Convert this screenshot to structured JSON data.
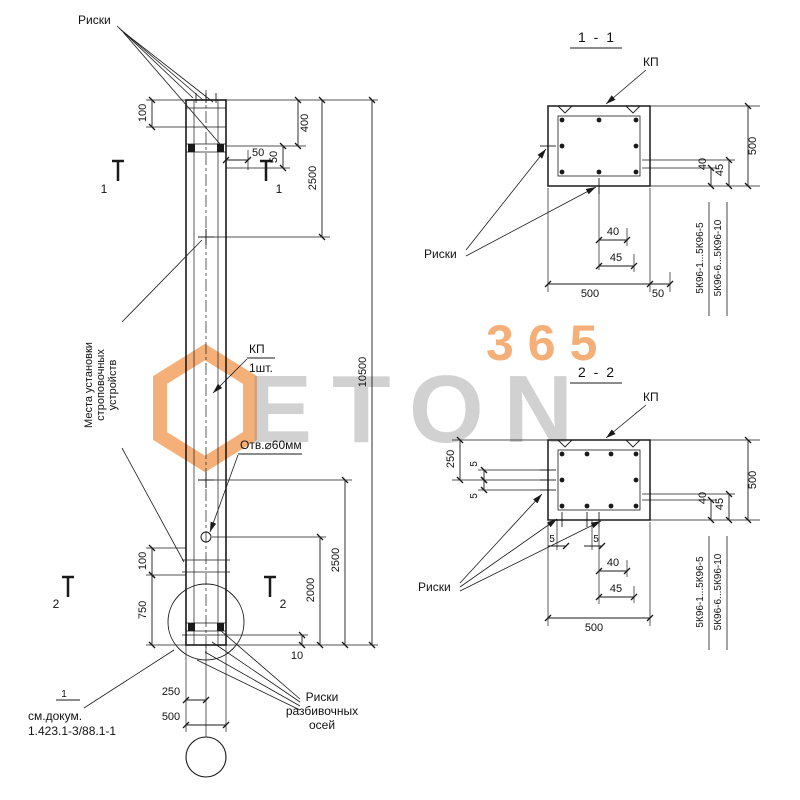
{
  "watermark": {
    "brand": "ETON",
    "number": "365"
  },
  "elevation": {
    "risks_top": "Риски",
    "places_line1": "Места установки",
    "places_line2": "строповочных",
    "places_line3": "устройств",
    "kp": "КП",
    "kp_qty": "1шт.",
    "hole": "Отв.⌀60мм",
    "axes_line1": "Риски",
    "axes_line2": "разбивочных",
    "axes_line3": "осей",
    "doc_line1": "см.докум.",
    "doc_line2": "1.423.1-3/88.1-1",
    "pos_mark": "1",
    "marks": {
      "s1": "1",
      "s2": "2"
    },
    "dims": {
      "d100_top": "100",
      "d400": "400",
      "d50_h": "50",
      "d50_v": "50",
      "d2500_top": "2500",
      "d10500": "10500",
      "d100_bot": "100",
      "d750": "750",
      "d2500_bot": "2500",
      "d2000": "2000",
      "d10": "10",
      "d250": "250",
      "d500": "500"
    }
  },
  "section1": {
    "title": "1 - 1",
    "kp": "КП",
    "risks": "Риски",
    "dims": {
      "d40_r": "40",
      "d45_r": "45",
      "d500_r": "500",
      "d40_b": "40",
      "d45_b": "45",
      "d500_b": "500",
      "d50_b": "50"
    },
    "series_a": "5К96-1...5К96-5",
    "series_b": "5К96-6...5К96-10"
  },
  "section2": {
    "title": "2 - 2",
    "kp": "КП",
    "risks": "Риски",
    "dims": {
      "d250": "250",
      "d5_l1": "5",
      "d5_l2": "5",
      "d5_b1": "5",
      "d5_b2": "5",
      "d40_r": "40",
      "d45_r": "45",
      "d500_r": "500",
      "d40_b": "40",
      "d45_b": "45",
      "d500_b": "500"
    },
    "series_a": "5К96-1...5К96-5",
    "series_b": "5К96-6...5К96-10"
  }
}
